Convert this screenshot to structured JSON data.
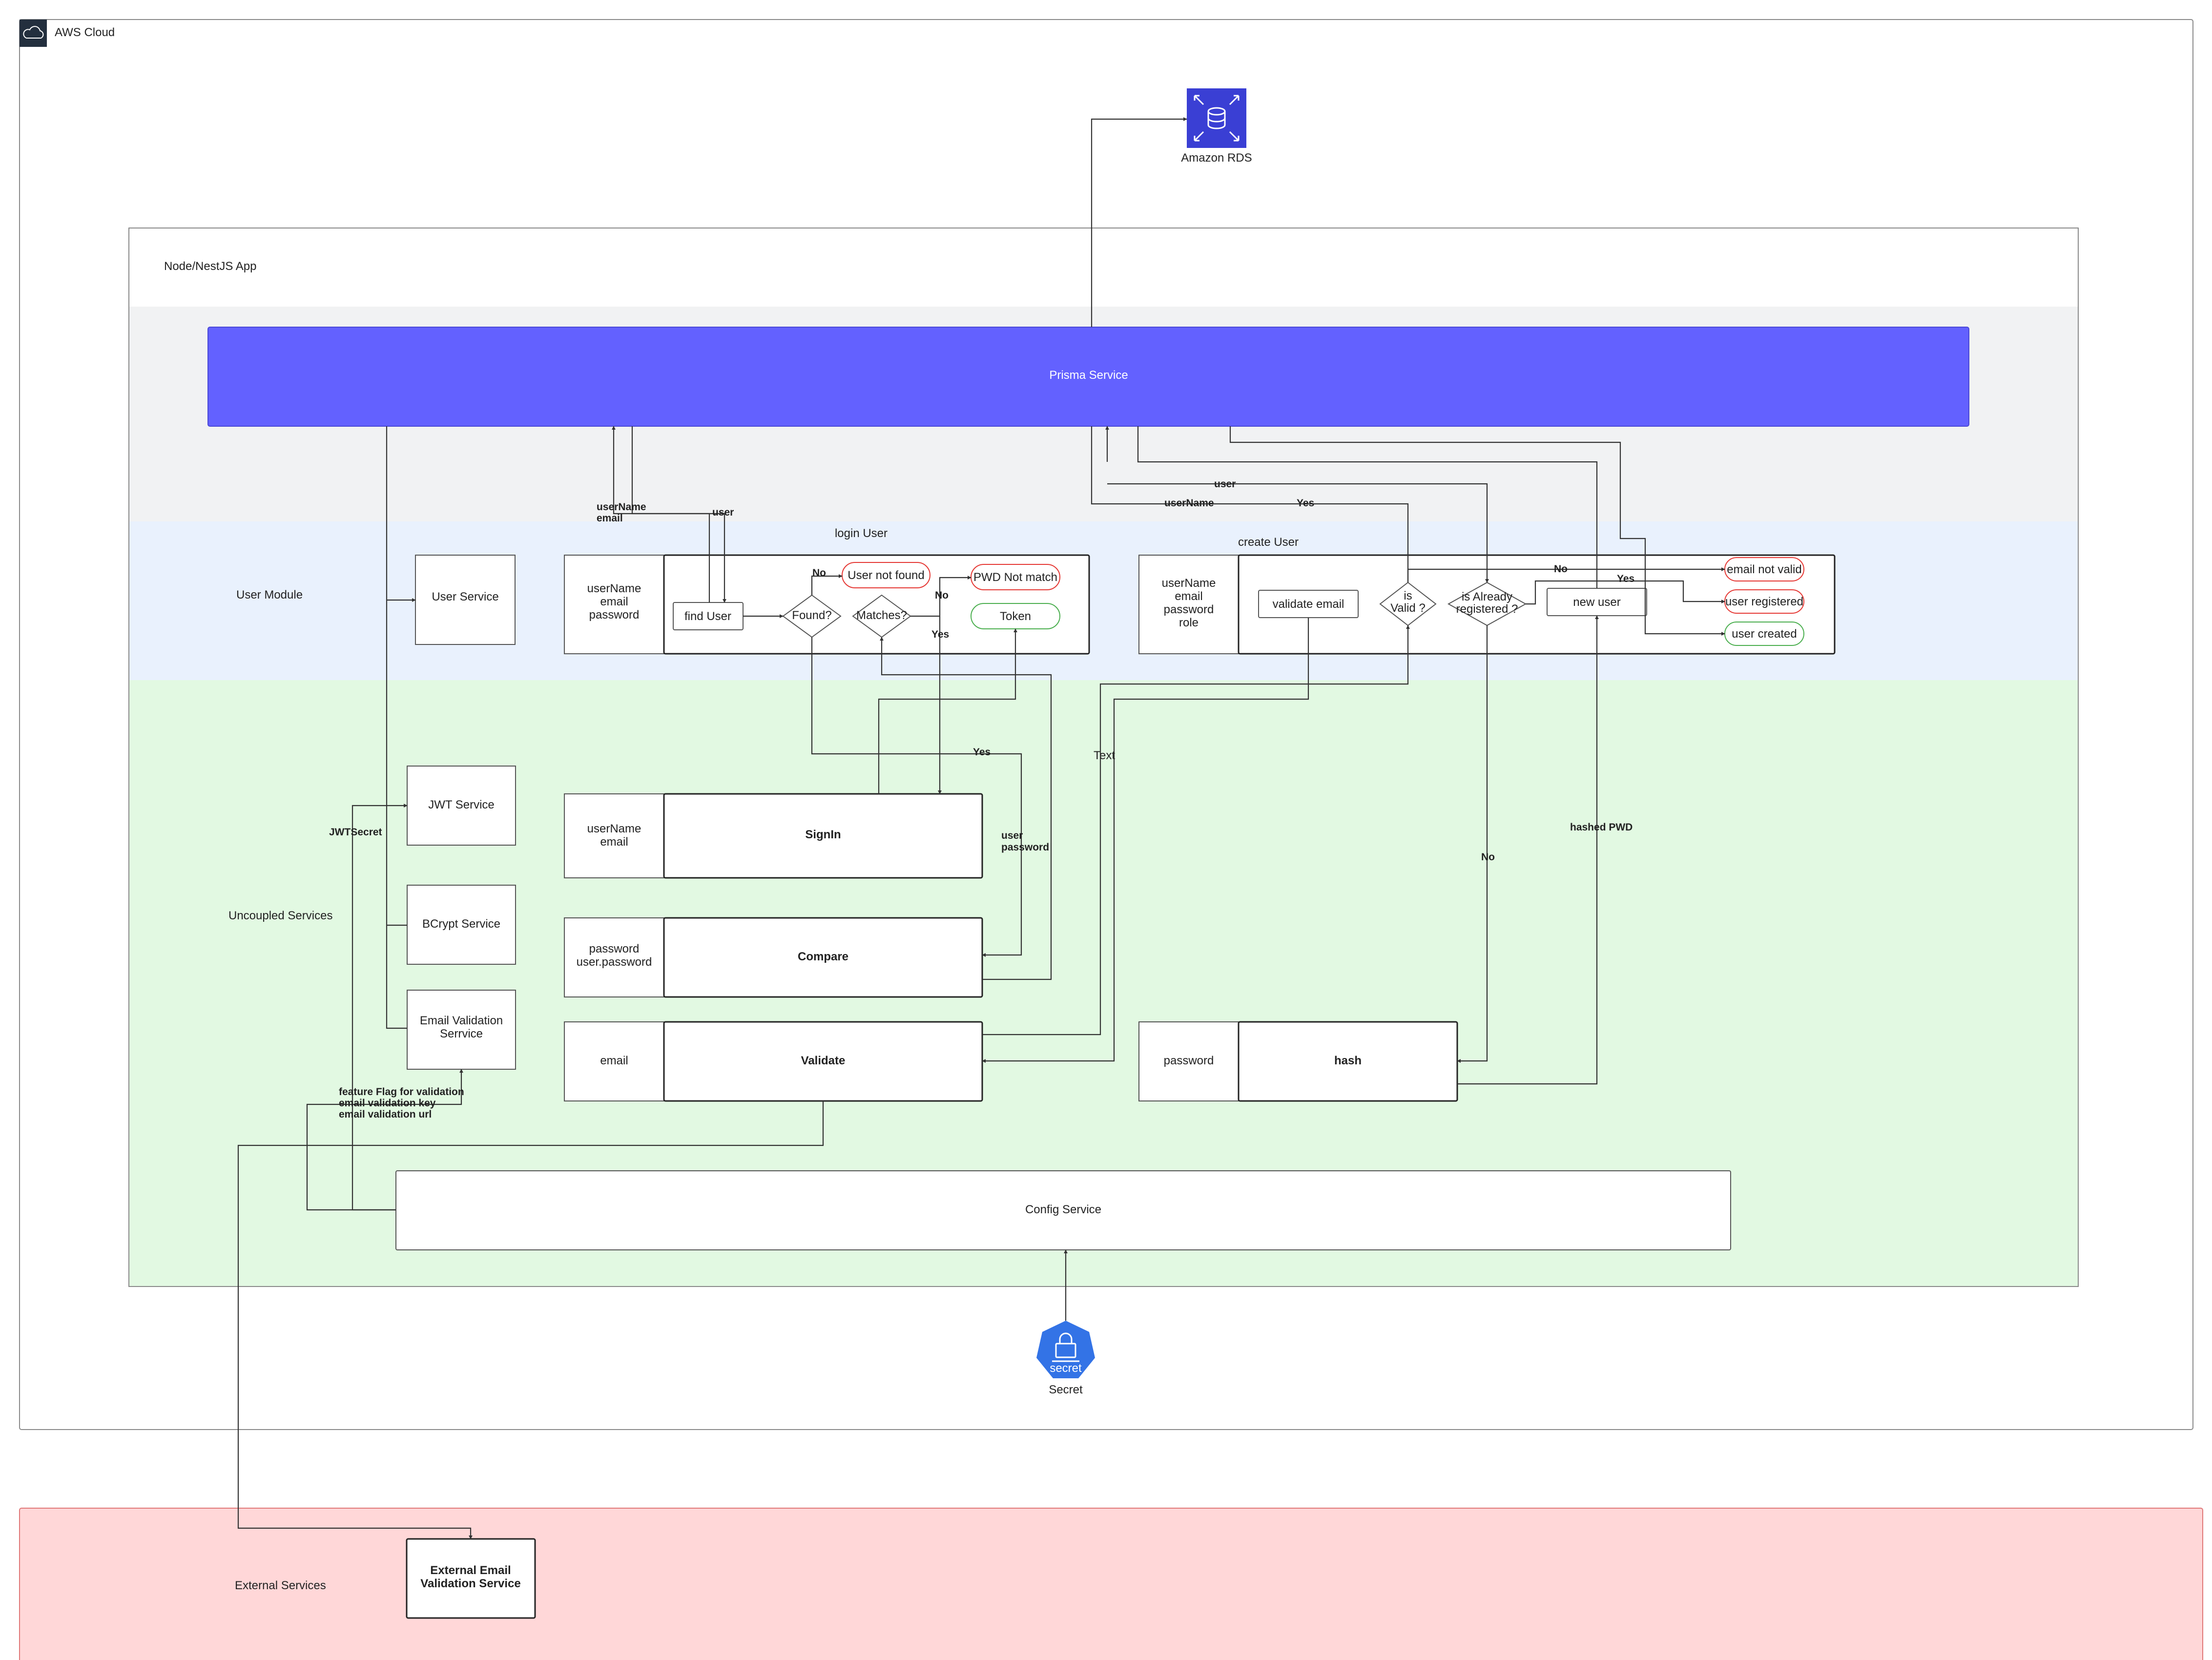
{
  "colors": {
    "prisma": "#6361ff",
    "rds": "#3a3fd4",
    "secret": "#3373e6",
    "user_module_bg": "#e9f1fd",
    "uncoupled_bg": "#e2f9e2",
    "external_bg": "#ffd7d8",
    "app_header_bg": "#f1f2f3",
    "ok_outline": "#4caf50",
    "error_outline": "#e53935"
  },
  "aws_cloud": {
    "label": "AWS Cloud",
    "icon": "cloud-icon"
  },
  "rds": {
    "label": "Amazon RDS",
    "icon": "database-icon"
  },
  "app": {
    "label": "Node/NestJS App"
  },
  "prisma": {
    "label": "Prisma Service"
  },
  "user_module": {
    "label": "User Module",
    "user_service": "User Service",
    "login": {
      "title": "login User",
      "inputs": [
        "userName",
        "email",
        "password"
      ],
      "find_user": "find User",
      "found": "Found?",
      "matches": "Matches?",
      "user_not_found": "User not found",
      "pwd_not_match": "PWD Not match",
      "token": "Token"
    },
    "create": {
      "title": "create User",
      "inputs": [
        "userName",
        "email",
        "password",
        "role"
      ],
      "validate_email": "validate email",
      "is_valid": [
        "is",
        "Valid ?"
      ],
      "is_registered": [
        "is Already",
        "registered ?"
      ],
      "new_user": "new user",
      "email_not_valid": "email not valid",
      "user_registered": "user registered",
      "user_created": "user created"
    }
  },
  "uncoupled": {
    "label": "Uncoupled Services",
    "jwt": "JWT Service",
    "bcrypt": "BCrypt Service",
    "email_validation": [
      "Email Validation",
      "Serrvice"
    ],
    "signin": {
      "inputs": [
        "userName",
        "email"
      ],
      "label": "SignIn"
    },
    "compare": {
      "inputs": [
        "password",
        "user.password"
      ],
      "label": "Compare"
    },
    "validate": {
      "inputs": [
        "email"
      ],
      "label": "Validate"
    },
    "hash": {
      "inputs": [
        "password"
      ],
      "label": "hash"
    },
    "config": "Config Service",
    "floating_text": "Text"
  },
  "secret": {
    "badge": "secret",
    "label": "Secret",
    "icon": "lock-icon"
  },
  "external": {
    "label": "External Services",
    "service": [
      "External Email",
      "Validation Service"
    ]
  },
  "edge_labels": {
    "username_email": [
      "userName",
      "email"
    ],
    "user": "user",
    "no": "No",
    "yes": "Yes",
    "user_password": [
      "user",
      "password"
    ],
    "jwt_secret": "JWTSecret",
    "feature_flags": [
      "feature Flag for validation",
      "email validation key",
      "email validation url"
    ],
    "username": "userName",
    "hashed_pwd": "hashed PWD"
  }
}
